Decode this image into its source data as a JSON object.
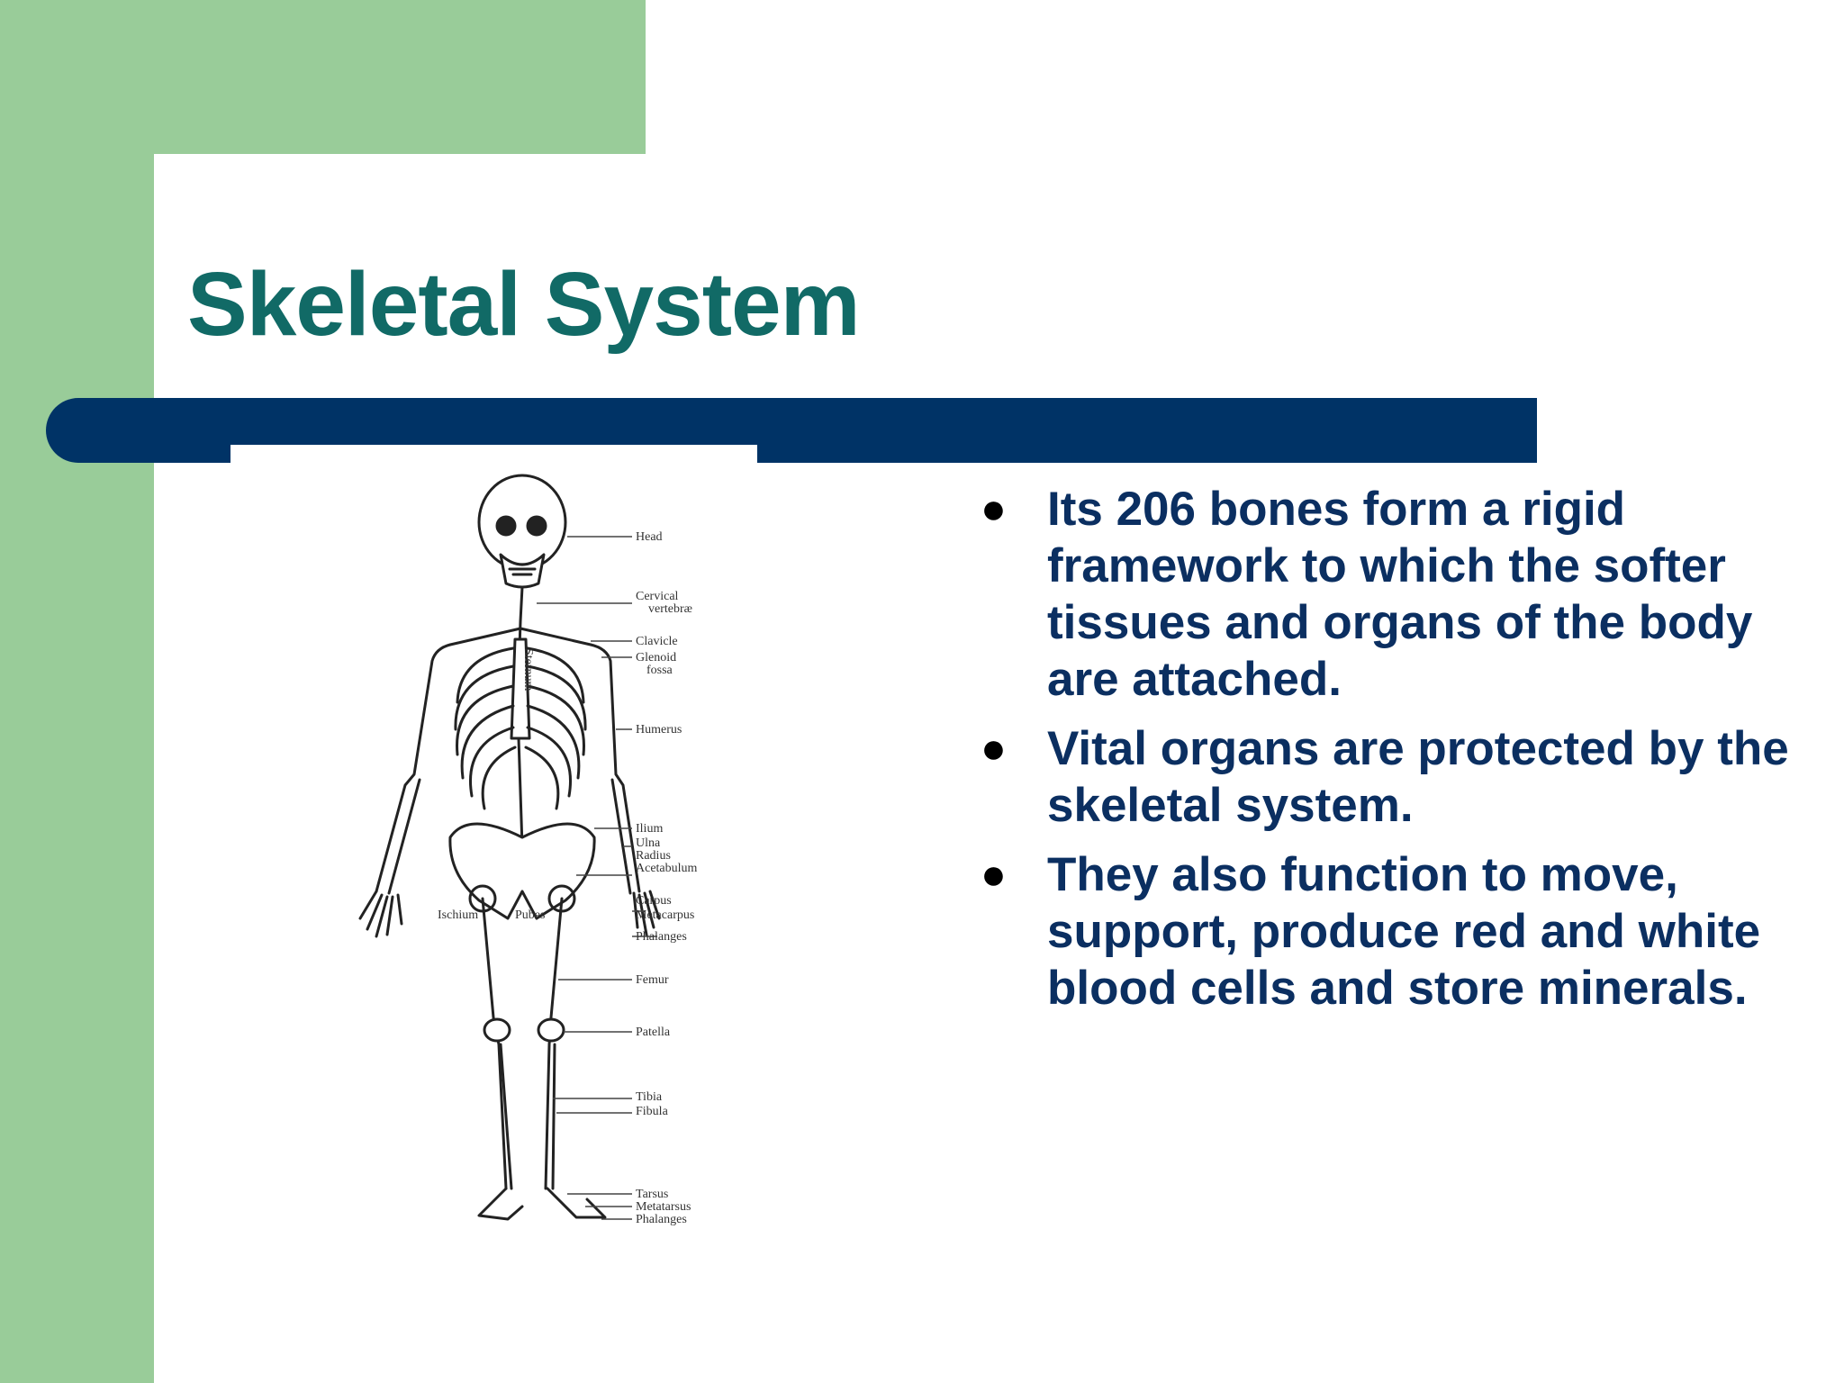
{
  "slide": {
    "title": "Skeletal System",
    "bullets": [
      "Its 206 bones form a rigid framework to which the softer tissues and organs of the body are attached.",
      "Vital organs are protected by the skeletal system.",
      "They also function to move, support, produce red and white blood cells and store minerals."
    ]
  },
  "figure": {
    "labels": {
      "head": "Head",
      "cervical_1": "Cervical",
      "cervical_2": "vertebræ",
      "clavicle": "Clavicle",
      "glenoid_1": "Glenoid",
      "glenoid_2": "fossa",
      "humerus": "Humerus",
      "ilium": "Ilium",
      "ulna": "Ulna",
      "radius": "Radius",
      "acetabulum": "Acetabulum",
      "carpus": "Carpus",
      "metacarpus": "Metacarpus",
      "phalanges_hand": "Phalanges",
      "femur": "Femur",
      "patella": "Patella",
      "tibia": "Tibia",
      "fibula": "Fibula",
      "tarsus": "Tarsus",
      "metatarsus": "Metatarsus",
      "phalanges_foot": "Phalanges",
      "ischium": "Ischium",
      "pubes": "Pubes",
      "sternum": "Sternum"
    }
  },
  "colors": {
    "green": "#99cc99",
    "navy_bar": "#003366",
    "title": "#116a66",
    "bullet_text": "#0b2f61"
  }
}
